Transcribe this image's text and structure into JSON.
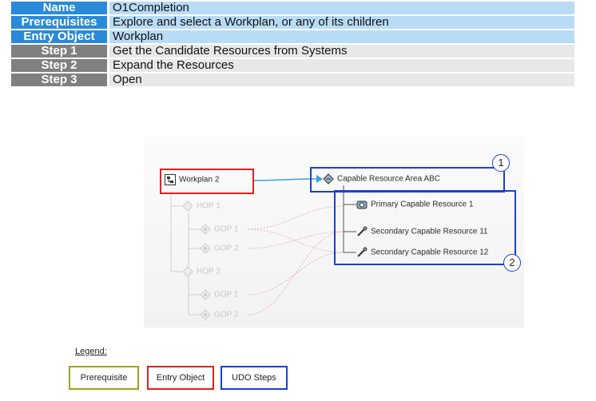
{
  "table": {
    "rows": [
      {
        "key": "Name",
        "value": "O1Completion",
        "style": "blue"
      },
      {
        "key": "Prerequisites",
        "value": "Explore and select a Workplan, or any of its children",
        "style": "blue"
      },
      {
        "key": "Entry Object",
        "value": "Workplan",
        "style": "blue"
      },
      {
        "key": "Step 1",
        "value": "Get the Candidate Resources from Systems",
        "style": "gray"
      },
      {
        "key": "Step 2",
        "value": "Expand the Resources",
        "style": "gray"
      },
      {
        "key": "Step 3",
        "value": "Open",
        "style": "gray"
      }
    ]
  },
  "diagram": {
    "workplan": "Workplan 2",
    "hop1": "HOP 1",
    "gop1a": "GOP 1",
    "gop2a": "GOP 2",
    "hop2": "HOP 2",
    "gop1b": "GOP 1",
    "gop2b": "GOP 2",
    "resource_area": "Capable Resource Area ABC",
    "primary": "Primary Capable Resource 1",
    "secondary11": "Secondary Capable Resource 11",
    "secondary12": "Secondary Capable Resource 12",
    "callout1": "1",
    "callout2": "2"
  },
  "legend": {
    "title": "Legend:",
    "items": [
      {
        "label": "Prerequisite",
        "color": "#9aa51c"
      },
      {
        "label": "Entry Object",
        "color": "#e02020"
      },
      {
        "label": "UDO Steps",
        "color": "#1a3fd8"
      }
    ]
  }
}
